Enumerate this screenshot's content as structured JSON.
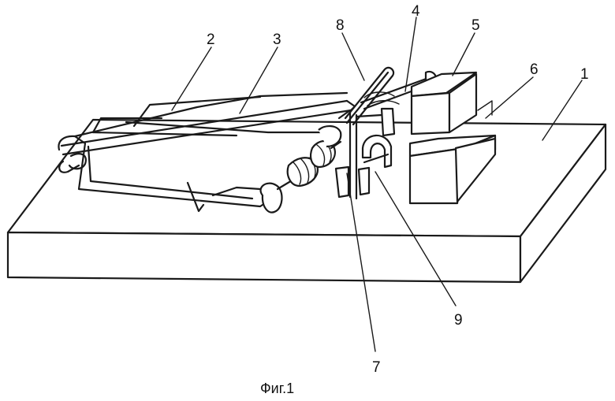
{
  "figure": {
    "caption": "Фиг.1",
    "labels": {
      "base": "1",
      "frame": "2",
      "bar": "3",
      "lever": "4",
      "block_top": "5",
      "block_bottom": "6",
      "post": "7",
      "arm": "8",
      "hook": "9"
    }
  }
}
